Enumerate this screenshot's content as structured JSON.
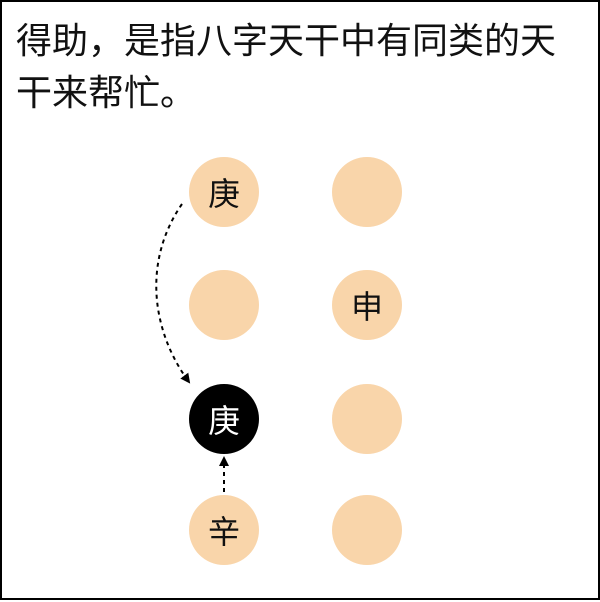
{
  "caption": "得助，是指八字天干中有同类的天干来帮忙。",
  "colors": {
    "circle_fill": "#f9d5aa",
    "highlight_fill": "#000000",
    "highlight_text": "#ffffff"
  },
  "columns": {
    "left": [
      "庚",
      "",
      "庚",
      "辛"
    ],
    "right": [
      "",
      "申",
      "",
      ""
    ]
  },
  "highlight": {
    "column": "left",
    "index": 2
  },
  "arrows": [
    {
      "from": "left.0",
      "to": "left.2",
      "style": "dashed curve"
    },
    {
      "from": "left.3",
      "to": "left.2",
      "style": "dashed straight"
    }
  ]
}
